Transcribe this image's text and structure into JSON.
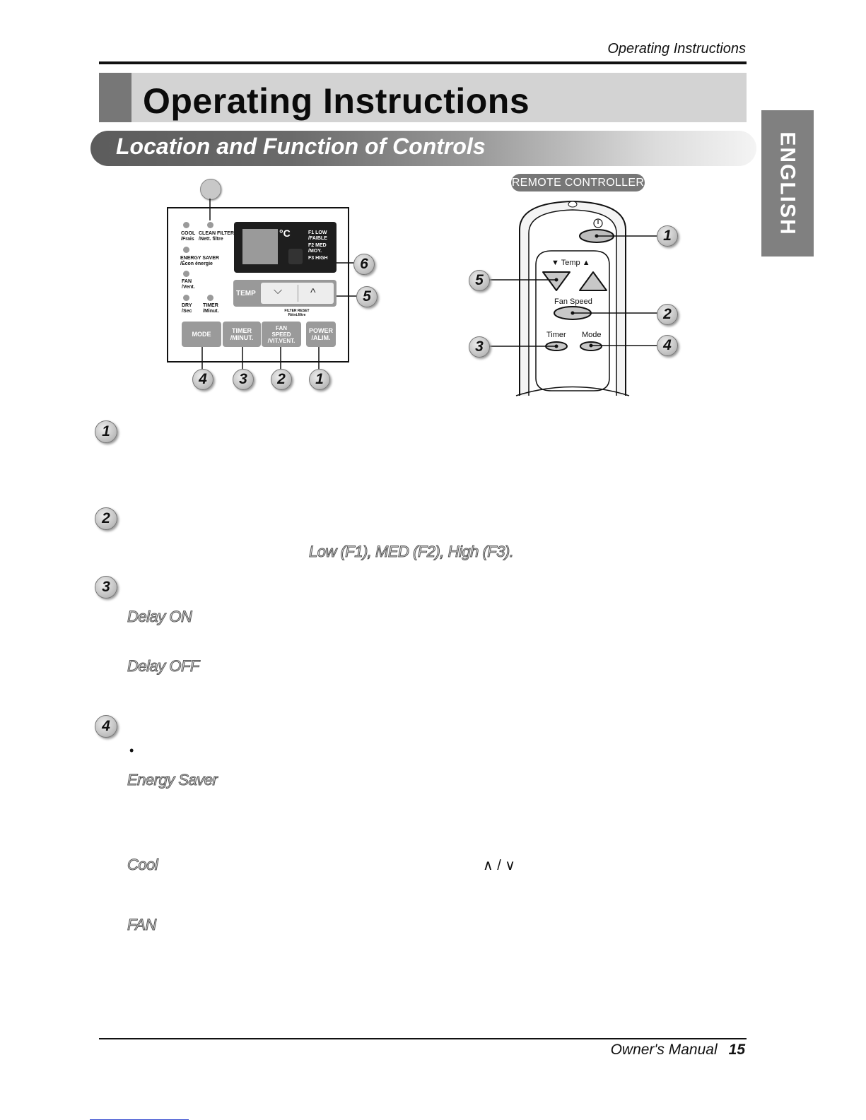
{
  "header": {
    "running_title": "Operating Instructions"
  },
  "title": "Operating Instructions",
  "section": "Location and Function of Controls",
  "language_tab": "ENGLISH",
  "panel": {
    "indicators": {
      "cool": "COOL\n/Frais",
      "clean_filter": "CLEAN FILTER\n/Nett. filtre",
      "energy_saver": "ENERGY SAVER\n/Écon énergie",
      "fan": "FAN\n/Vent.",
      "dry": "DRY\n/Sec",
      "timer": "TIMER\n/Minut."
    },
    "display": {
      "unit": "°C",
      "f1": "F1 LOW\n/FAIBLE",
      "f2": "F2 MED\n/MOY.",
      "f3": "F3 HIGH"
    },
    "temp_label": "TEMP",
    "temp_down": "⌵",
    "temp_up": "^",
    "filter_reset": "FILTER RESET\nRéint.filtre",
    "buttons": {
      "mode": "MODE",
      "timer": "TIMER\n/MINUT.",
      "fan_speed": "FAN\nSPEED\n/VIT.VENT.",
      "power": "POWER\n/ALIM."
    },
    "callouts": {
      "display": "6",
      "temp": "5",
      "mode": "4",
      "timer": "3",
      "fan": "2",
      "power": "1"
    }
  },
  "remote": {
    "badge": "REMOTE CONTROLLER",
    "power_symbol": "⏻",
    "temp_label": "▼ Temp ▲",
    "fan_speed": "Fan Speed",
    "timer": "Timer",
    "mode": "Mode",
    "callouts": {
      "power": "1",
      "temp": "5",
      "fan": "2",
      "timer": "3",
      "mode": "4"
    }
  },
  "items": [
    {
      "num": "1"
    },
    {
      "num": "2",
      "speeds": "Low (F1), MED (F2), High (F3)."
    },
    {
      "num": "3",
      "modes": [
        "Delay ON",
        "Delay OFF"
      ]
    },
    {
      "num": "4",
      "bullet": "•",
      "modes": [
        "Energy Saver",
        "Cool",
        "FAN"
      ],
      "arrows": "∧ / ∨"
    }
  ],
  "footer": {
    "manual": "Owner's Manual",
    "page": "15"
  },
  "colors": {
    "section_bar_dark": "#5c5c5c",
    "tab_gray": "#808080",
    "title_band": "#d3d3d3"
  }
}
